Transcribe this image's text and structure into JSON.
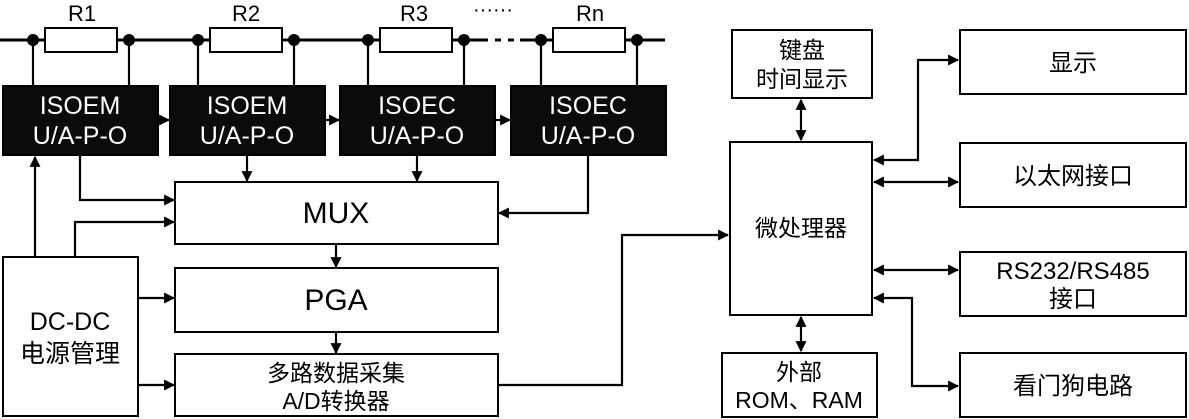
{
  "resistors": [
    "R1",
    "R2",
    "R3",
    "Rn"
  ],
  "ellipsis": "······",
  "modules": [
    {
      "line1": "ISOEM",
      "line2": "U/A-P-O"
    },
    {
      "line1": "ISOEM",
      "line2": "U/A-P-O"
    },
    {
      "line1": "ISOEC",
      "line2": "U/A-P-O"
    },
    {
      "line1": "ISOEC",
      "line2": "U/A-P-O"
    }
  ],
  "mux": "MUX",
  "pga": "PGA",
  "adc": {
    "line1": "多路数据采集",
    "line2": "A/D转换器"
  },
  "power": {
    "line1": "DC-DC",
    "line2": "电源管理"
  },
  "mcu": "微处理器",
  "keyboard": {
    "line1": "键盘",
    "line2": "时间显示"
  },
  "memory": {
    "line1": "外部",
    "line2": "ROM、RAM"
  },
  "display": "显示",
  "ethernet": "以太网接口",
  "serial": {
    "line1": "RS232/RS485",
    "line2": "接口"
  },
  "watchdog": "看门狗电路"
}
